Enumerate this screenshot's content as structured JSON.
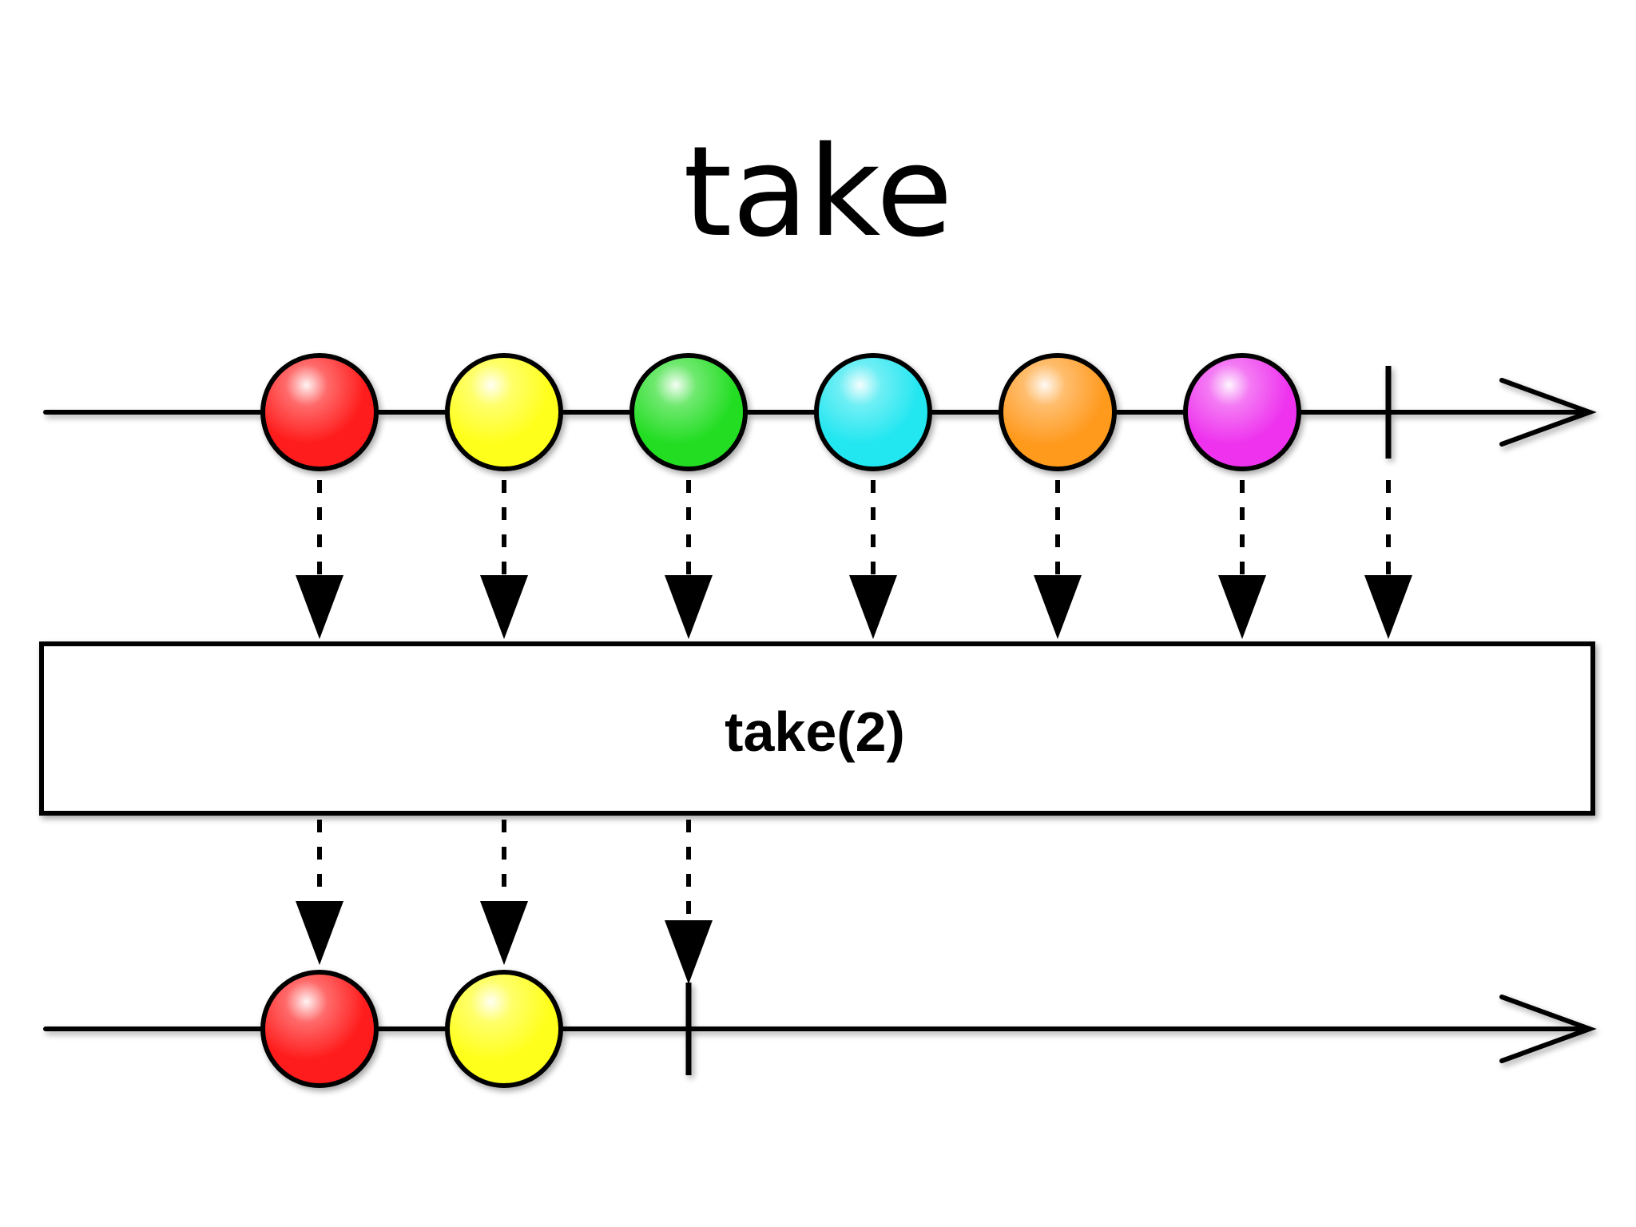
{
  "slide": {
    "title": "take"
  },
  "operator": {
    "label": "take(2)"
  },
  "diagram": {
    "type": "marble-diagram",
    "input": {
      "marbles": [
        {
          "color": "#ff1a1a",
          "name": "red"
        },
        {
          "color": "#ffff1a",
          "name": "yellow"
        },
        {
          "color": "#22dd22",
          "name": "green"
        },
        {
          "color": "#22e6f0",
          "name": "cyan"
        },
        {
          "color": "#ff9a1f",
          "name": "orange"
        },
        {
          "color": "#ee33ee",
          "name": "magenta"
        }
      ],
      "completes": true
    },
    "output": {
      "marbles": [
        {
          "color": "#ff1a1a",
          "name": "red"
        },
        {
          "color": "#ffff1a",
          "name": "yellow"
        }
      ],
      "completes": true
    }
  }
}
